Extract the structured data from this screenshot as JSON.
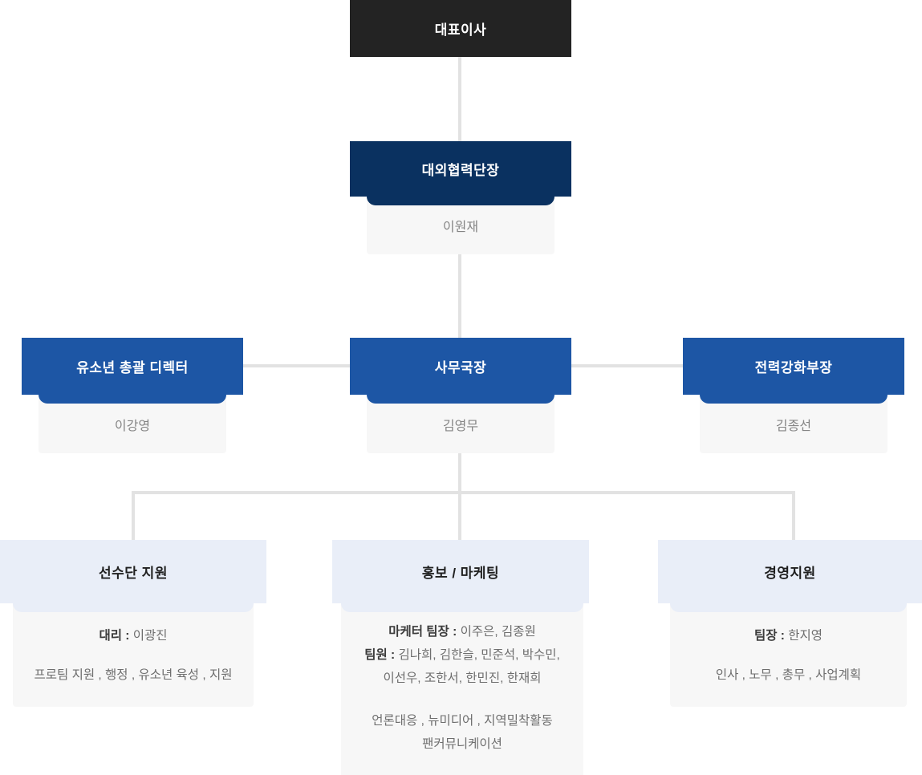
{
  "colors": {
    "page_bg": "#ffffff",
    "ceo_bg": "#232323",
    "dept_head_bg": "#0a3160",
    "division_bg": "#1d56a5",
    "team_header_bg": "#e9eef8",
    "card_bg": "#f7f7f7",
    "connector": "#e2e2e2",
    "header_text": "#ffffff",
    "name_text": "#848484",
    "detail_text": "#6e6e6e",
    "detail_label_text": "#3c3c3c",
    "team_title_text": "#1f1f1f"
  },
  "org": {
    "ceo": {
      "title": "대표이사"
    },
    "external_cooperation": {
      "title": "대외협력단장",
      "name": "이원재"
    },
    "level3": [
      {
        "title": "유소년 총괄 디렉터",
        "name": "이강영"
      },
      {
        "title": "사무국장",
        "name": "김영무"
      },
      {
        "title": "전력강화부장",
        "name": "김종선"
      }
    ],
    "level4": [
      {
        "title": "선수단 지원",
        "role_label": "대리 :",
        "role_value": "이광진",
        "tasks": "프로팀 지원 , 행정 , 유소년 육성 , 지원"
      },
      {
        "title": "홍보 / 마케팅",
        "role_label": "마케터 팀장 :",
        "role_value": "이주은, 김종원",
        "members_label": "팀원 :",
        "members_value_line1": "김나희, 김한슬, 민준석, 박수민,",
        "members_value_line2": "이선우, 조한서, 한민진, 한재희",
        "tasks_line1": "언론대응 , 뉴미디어 , 지역밀착활동",
        "tasks_line2": "팬커뮤니케이션"
      },
      {
        "title": "경영지원",
        "role_label": "팀장 :",
        "role_value": "한지영",
        "tasks": "인사 , 노무 , 총무 , 사업계획"
      }
    ]
  }
}
